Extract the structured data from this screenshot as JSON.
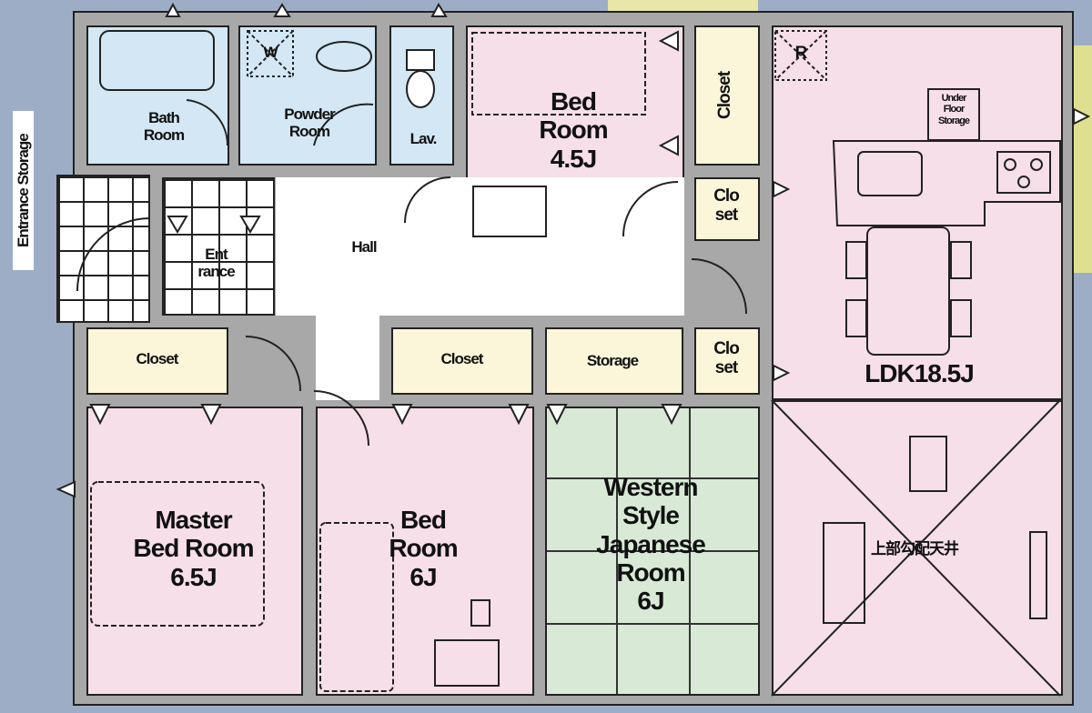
{
  "rooms": {
    "bath": "Bath\nRoom",
    "powder": "Powder\nRoom",
    "washer_mark": "W",
    "lav": "Lav.",
    "bed_north": "Bed\nRoom\n4.5J",
    "closet_north": "Closet",
    "closet_small_1": "Clo\nset",
    "ldk": "LDK18.5J",
    "fridge_mark": "R",
    "under_floor": "Under\nFloor\nStorage",
    "entrance_storage": "Entrance Storage",
    "entrance": "Ent\nrance",
    "hall": "Hall",
    "closet_master": "Closet",
    "master": "Master\nBed Room\n6.5J",
    "closet_mid": "Closet",
    "bed_south": "Bed\nRoom\n6J",
    "storage": "Storage",
    "closet_small_2": "Clo\nset",
    "japanese": "Western\nStyle\nJapanese\nRoom\n6J",
    "atrium": "上部勾配天井"
  },
  "colors": {
    "pink": "#f6dfe9",
    "blue": "#d3e7f4",
    "cream": "#fbf6d9",
    "green": "#d8ead6",
    "wall": "#a8a8a8"
  }
}
